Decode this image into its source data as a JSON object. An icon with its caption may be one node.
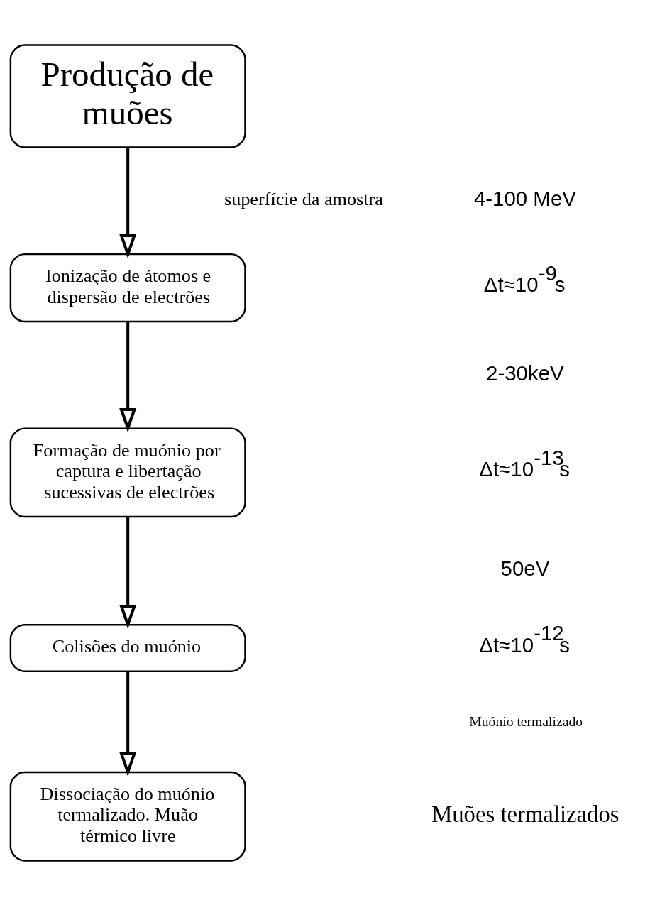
{
  "diagram": {
    "nodes": [
      {
        "text": [
          "Produção de muões"
        ]
      },
      {
        "text": [
          "Ionização de átomos e dispersão de electrões"
        ]
      },
      {
        "text": [
          "Formação de muónio por captura e libertação sucessivas de electrões"
        ]
      },
      {
        "text": [
          "Colisões do muónio"
        ]
      },
      {
        "text": [
          "Dissociação do muónio termalizado. Muão térmico livre"
        ]
      }
    ],
    "edges": [
      {
        "from": 0,
        "to": 1,
        "arrow": "to"
      },
      {
        "from": 1,
        "to": 2,
        "arrow": "to"
      },
      {
        "from": 2,
        "to": 3,
        "arrow": "to"
      },
      {
        "from": 3,
        "to": 4,
        "arrow": "to"
      }
    ],
    "labels": [
      "superfície da amostra",
      "4-100 MeV",
      "Δt≈10$^{-9}$s",
      "2-30keV",
      "Δt≈10$^{-13}$s",
      "50eV",
      "Δt≈10$^{-12}$s",
      "Muónio termalizado",
      "Muões termalizados"
    ]
  }
}
